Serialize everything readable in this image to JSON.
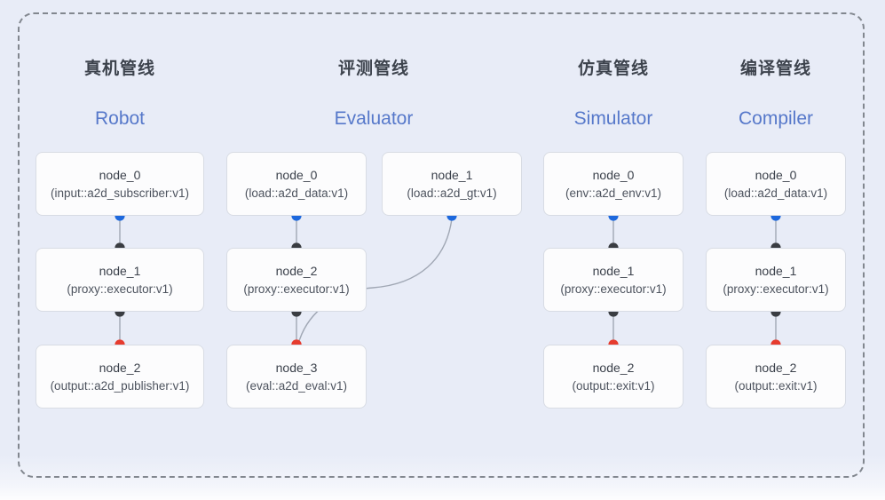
{
  "diagram_title": "pipeline-architecture-diagram",
  "colors": {
    "background": "#e8ecf7",
    "dashed_border": "#82878f",
    "node_bg": "#fcfcfd",
    "node_border": "#d8dce4",
    "title_zh": "#3d434d",
    "title_en": "#5678ca",
    "edge": "#a0a7b4",
    "port_blue": "#1d68dd",
    "port_dark": "#3a3d42",
    "port_red": "#e63c2e"
  },
  "pipelines": [
    {
      "id": "robot",
      "title_zh": "真机管线",
      "title_en": "Robot",
      "nodes": [
        {
          "name": "node_0",
          "type": "(input::a2d_subscriber:v1)",
          "row": 0,
          "col": 0
        },
        {
          "name": "node_1",
          "type": "(proxy::executor:v1)",
          "row": 1,
          "col": 0
        },
        {
          "name": "node_2",
          "type": "(output::a2d_publisher:v1)",
          "row": 2,
          "col": 0
        }
      ]
    },
    {
      "id": "evaluator",
      "title_zh": "评测管线",
      "title_en": "Evaluator",
      "nodes": [
        {
          "name": "node_0",
          "type": "(load::a2d_data:v1)",
          "row": 0,
          "col": 0
        },
        {
          "name": "node_1",
          "type": "(load::a2d_gt:v1)",
          "row": 0,
          "col": 1
        },
        {
          "name": "node_2",
          "type": "(proxy::executor:v1)",
          "row": 1,
          "col": 0
        },
        {
          "name": "node_3",
          "type": "(eval::a2d_eval:v1)",
          "row": 2,
          "col": 0
        }
      ]
    },
    {
      "id": "simulator",
      "title_zh": "仿真管线",
      "title_en": "Simulator",
      "nodes": [
        {
          "name": "node_0",
          "type": "(env::a2d_env:v1)",
          "row": 0,
          "col": 0
        },
        {
          "name": "node_1",
          "type": "(proxy::executor:v1)",
          "row": 1,
          "col": 0
        },
        {
          "name": "node_2",
          "type": "(output::exit:v1)",
          "row": 2,
          "col": 0
        }
      ]
    },
    {
      "id": "compiler",
      "title_zh": "编译管线",
      "title_en": "Compiler",
      "nodes": [
        {
          "name": "node_0",
          "type": "(load::a2d_data:v1)",
          "row": 0,
          "col": 0
        },
        {
          "name": "node_1",
          "type": "(proxy::executor:v1)",
          "row": 1,
          "col": 0
        },
        {
          "name": "node_2",
          "type": "(output::exit:v1)",
          "row": 2,
          "col": 0
        }
      ]
    }
  ],
  "connections": [
    {
      "pipeline": "robot",
      "from": "node_0",
      "to": "node_1",
      "from_port": "blue",
      "to_port": "dark",
      "shape": "straight"
    },
    {
      "pipeline": "robot",
      "from": "node_1",
      "to": "node_2",
      "from_port": "dark",
      "to_port": "red",
      "shape": "straight"
    },
    {
      "pipeline": "evaluator",
      "from": "node_0",
      "to": "node_2",
      "from_port": "blue",
      "to_port": "dark",
      "shape": "straight"
    },
    {
      "pipeline": "evaluator",
      "from": "node_2",
      "to": "node_3",
      "from_port": "dark",
      "to_port": "red",
      "shape": "straight"
    },
    {
      "pipeline": "evaluator",
      "from": "node_1",
      "to": "node_3",
      "from_port": "blue",
      "to_port": "red",
      "shape": "curve"
    },
    {
      "pipeline": "simulator",
      "from": "node_0",
      "to": "node_1",
      "from_port": "blue",
      "to_port": "dark",
      "shape": "straight"
    },
    {
      "pipeline": "simulator",
      "from": "node_1",
      "to": "node_2",
      "from_port": "dark",
      "to_port": "red",
      "shape": "straight"
    },
    {
      "pipeline": "compiler",
      "from": "node_0",
      "to": "node_1",
      "from_port": "blue",
      "to_port": "dark",
      "shape": "straight"
    },
    {
      "pipeline": "compiler",
      "from": "node_1",
      "to": "node_2",
      "from_port": "dark",
      "to_port": "red",
      "shape": "straight"
    }
  ]
}
